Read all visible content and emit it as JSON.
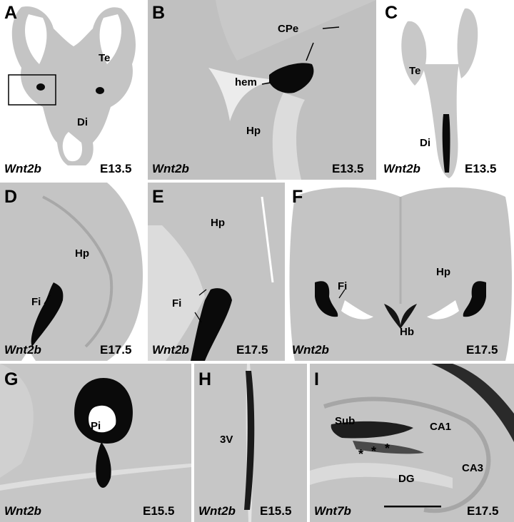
{
  "figure": {
    "colors": {
      "tissue": "#c2c2c2",
      "tissue_light": "#dedede",
      "background_white": "#ffffff",
      "stain": "#0a0a0a"
    }
  },
  "panels": {
    "A": {
      "letter": "A",
      "gene": "Wnt2b",
      "stage": "E13.5",
      "regions": {
        "te": "Te",
        "di": "Di"
      }
    },
    "B": {
      "letter": "B",
      "gene": "Wnt2b",
      "stage": "E13.5",
      "regions": {
        "cpe": "CPe",
        "hem": "hem",
        "hp": "Hp"
      }
    },
    "C": {
      "letter": "C",
      "gene": "Wnt2b",
      "stage": "E13.5",
      "regions": {
        "te": "Te",
        "di": "Di"
      }
    },
    "D": {
      "letter": "D",
      "gene": "Wnt2b",
      "stage": "E17.5",
      "regions": {
        "hp": "Hp",
        "fi": "Fi"
      }
    },
    "E": {
      "letter": "E",
      "gene": "Wnt2b",
      "stage": "E17.5",
      "regions": {
        "hp": "Hp",
        "fi": "Fi"
      }
    },
    "F": {
      "letter": "F",
      "gene": "Wnt2b",
      "stage": "E17.5",
      "regions": {
        "fi": "Fi",
        "hp": "Hp",
        "hb": "Hb"
      }
    },
    "G": {
      "letter": "G",
      "gene": "Wnt2b",
      "stage": "E15.5",
      "regions": {
        "pi": "Pi"
      }
    },
    "H": {
      "letter": "H",
      "gene": "Wnt2b",
      "stage": "E15.5",
      "regions": {
        "v3": "3V"
      }
    },
    "I": {
      "letter": "I",
      "gene": "Wnt7b",
      "stage": "E17.5",
      "regions": {
        "sub": "Sub",
        "ca1": "CA1",
        "ca3": "CA3",
        "dg": "DG",
        "star": "*"
      }
    }
  }
}
